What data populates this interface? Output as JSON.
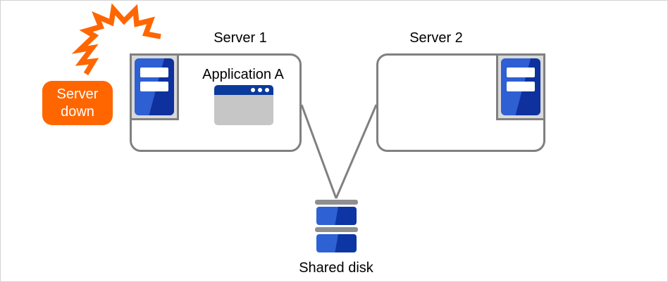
{
  "alert": {
    "lines": [
      "Server",
      "down"
    ]
  },
  "server1": {
    "label": "Server 1",
    "application_label": "Application A"
  },
  "server2": {
    "label": "Server 2"
  },
  "shared_disk": {
    "label": "Shared disk"
  },
  "icons": {
    "lightning_bolt": "orange-zigzag-flash",
    "server_tower": "blue-tower-with-two-white-drive-bays",
    "application_window": "blue-titlebar-window-with-three-dots",
    "shared_disk": "stacked-blue-disk-with-gray-bars"
  },
  "colors": {
    "accent_orange": "#ff6600",
    "box_border_gray": "#808080",
    "connector_gray": "#808080",
    "icon_frame_gray": "#d9d9d9",
    "tower_blue_light": "#2e5fd3",
    "tower_blue_dark": "#0f319e",
    "window_title_blue": "#0b3a9d",
    "window_body_gray": "#c6c6c6",
    "disk_bar_gray": "#8f8f8f",
    "disk_blue_light": "#2e62d4",
    "disk_blue_dark": "#0d36a4",
    "text_black": "#000000"
  }
}
